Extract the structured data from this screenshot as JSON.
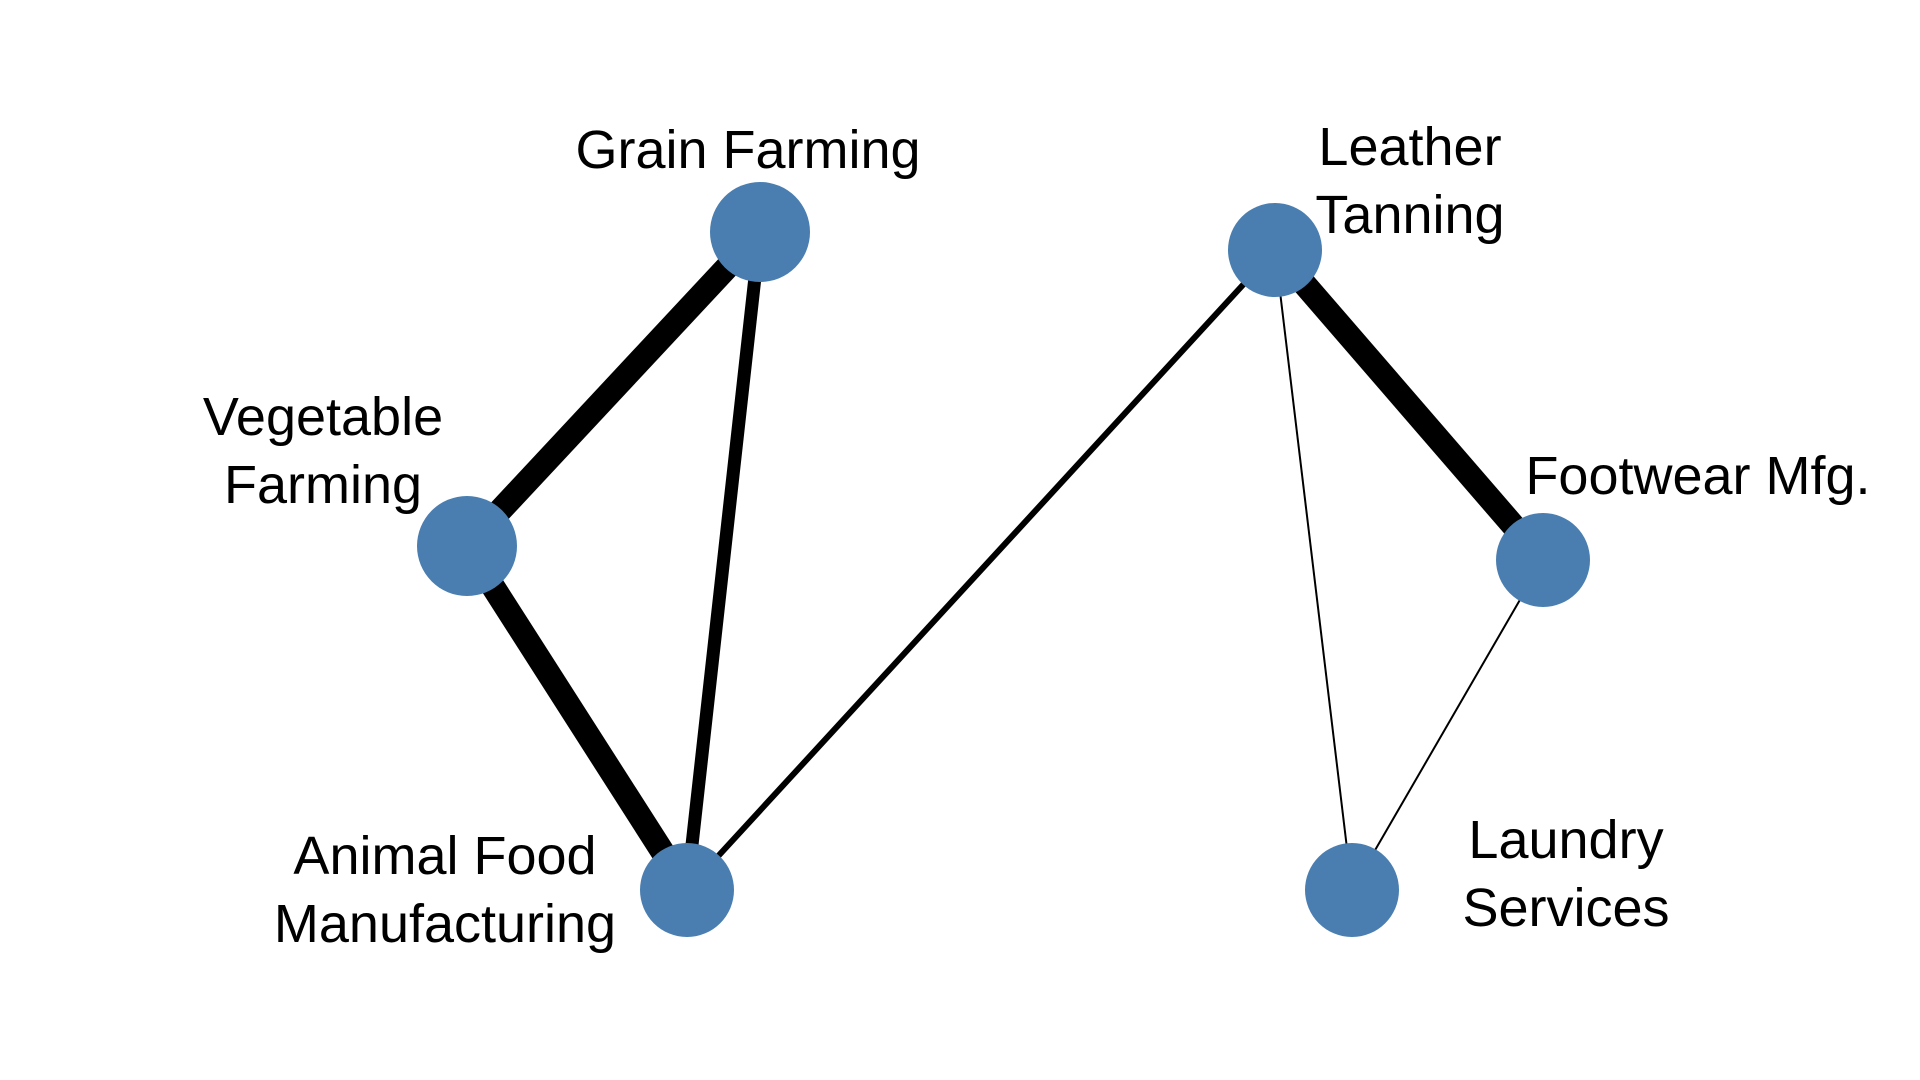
{
  "colors": {
    "background": "#ffffff",
    "node_fill": "#4a7eb0",
    "edge": "#000000",
    "label": "#000000"
  },
  "nodes": [
    {
      "id": "grain",
      "label_lines": [
        "Grain Farming"
      ]
    },
    {
      "id": "vegetable",
      "label_lines": [
        "Vegetable",
        "Farming"
      ]
    },
    {
      "id": "animal",
      "label_lines": [
        "Animal Food",
        "Manufacturing"
      ]
    },
    {
      "id": "leather",
      "label_lines": [
        "Leather",
        "Tanning"
      ]
    },
    {
      "id": "footwear",
      "label_lines": [
        "Footwear Mfg."
      ]
    },
    {
      "id": "laundry",
      "label_lines": [
        "Laundry",
        "Services"
      ]
    }
  ],
  "edges": [
    {
      "source": "grain",
      "target": "vegetable",
      "weight": "heavy"
    },
    {
      "source": "grain",
      "target": "animal",
      "weight": "medium"
    },
    {
      "source": "vegetable",
      "target": "animal",
      "weight": "heavy"
    },
    {
      "source": "animal",
      "target": "leather",
      "weight": "light"
    },
    {
      "source": "leather",
      "target": "footwear",
      "weight": "heavy"
    },
    {
      "source": "leather",
      "target": "laundry",
      "weight": "thin"
    },
    {
      "source": "footwear",
      "target": "laundry",
      "weight": "thin"
    }
  ]
}
